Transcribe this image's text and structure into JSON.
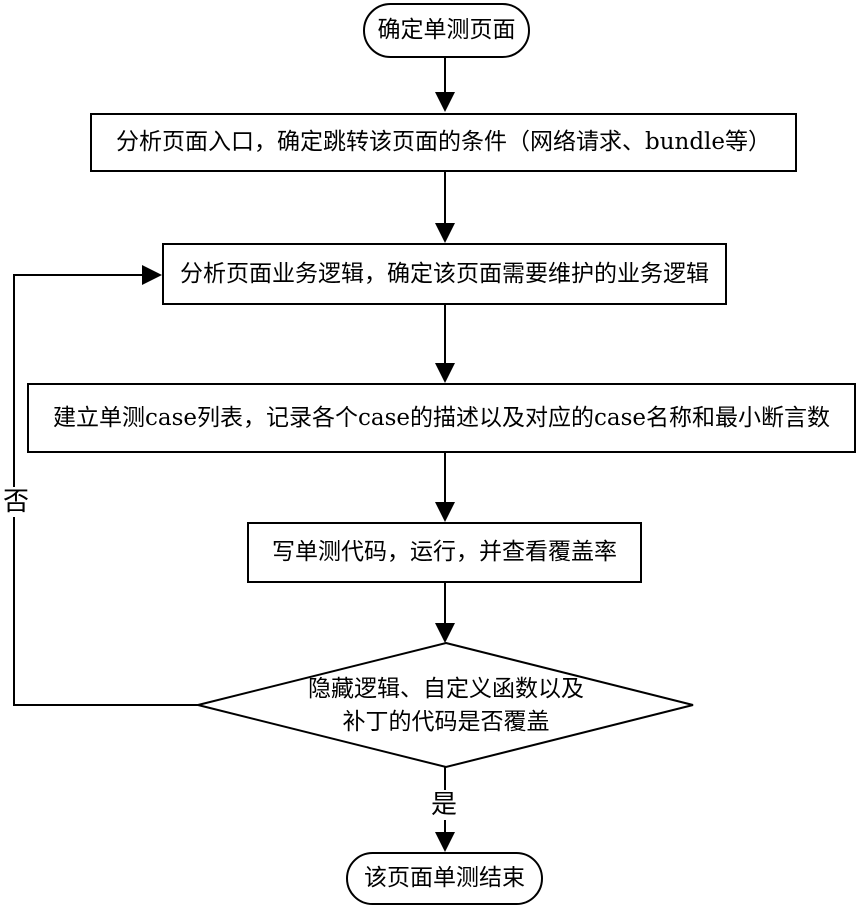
{
  "flowchart": {
    "background_color": "#ffffff",
    "stroke_color": "#000000",
    "node_fill_color": "#ffffff",
    "nodes": {
      "start": {
        "type": "terminator",
        "label": "确定单测页面"
      },
      "analyze_entry": {
        "type": "process",
        "label": "分析页面入口，确定跳转该页面的条件（网络请求、bundle等）"
      },
      "analyze_logic": {
        "type": "process",
        "label": "分析页面业务逻辑，确定该页面需要维护的业务逻辑"
      },
      "build_case_list": {
        "type": "process",
        "label": "建立单测case列表，记录各个case的描述以及对应的case名称和最小断言数"
      },
      "write_tests": {
        "type": "process",
        "label": "写单测代码，运行，并查看覆盖率"
      },
      "coverage_decision": {
        "type": "decision",
        "lines": [
          "隐藏逻辑、自定义函数以及",
          "补丁的代码是否覆盖"
        ]
      },
      "end": {
        "type": "terminator",
        "label": "该页面单测结束"
      }
    },
    "edge_labels": {
      "yes": "是",
      "no": "否"
    }
  }
}
